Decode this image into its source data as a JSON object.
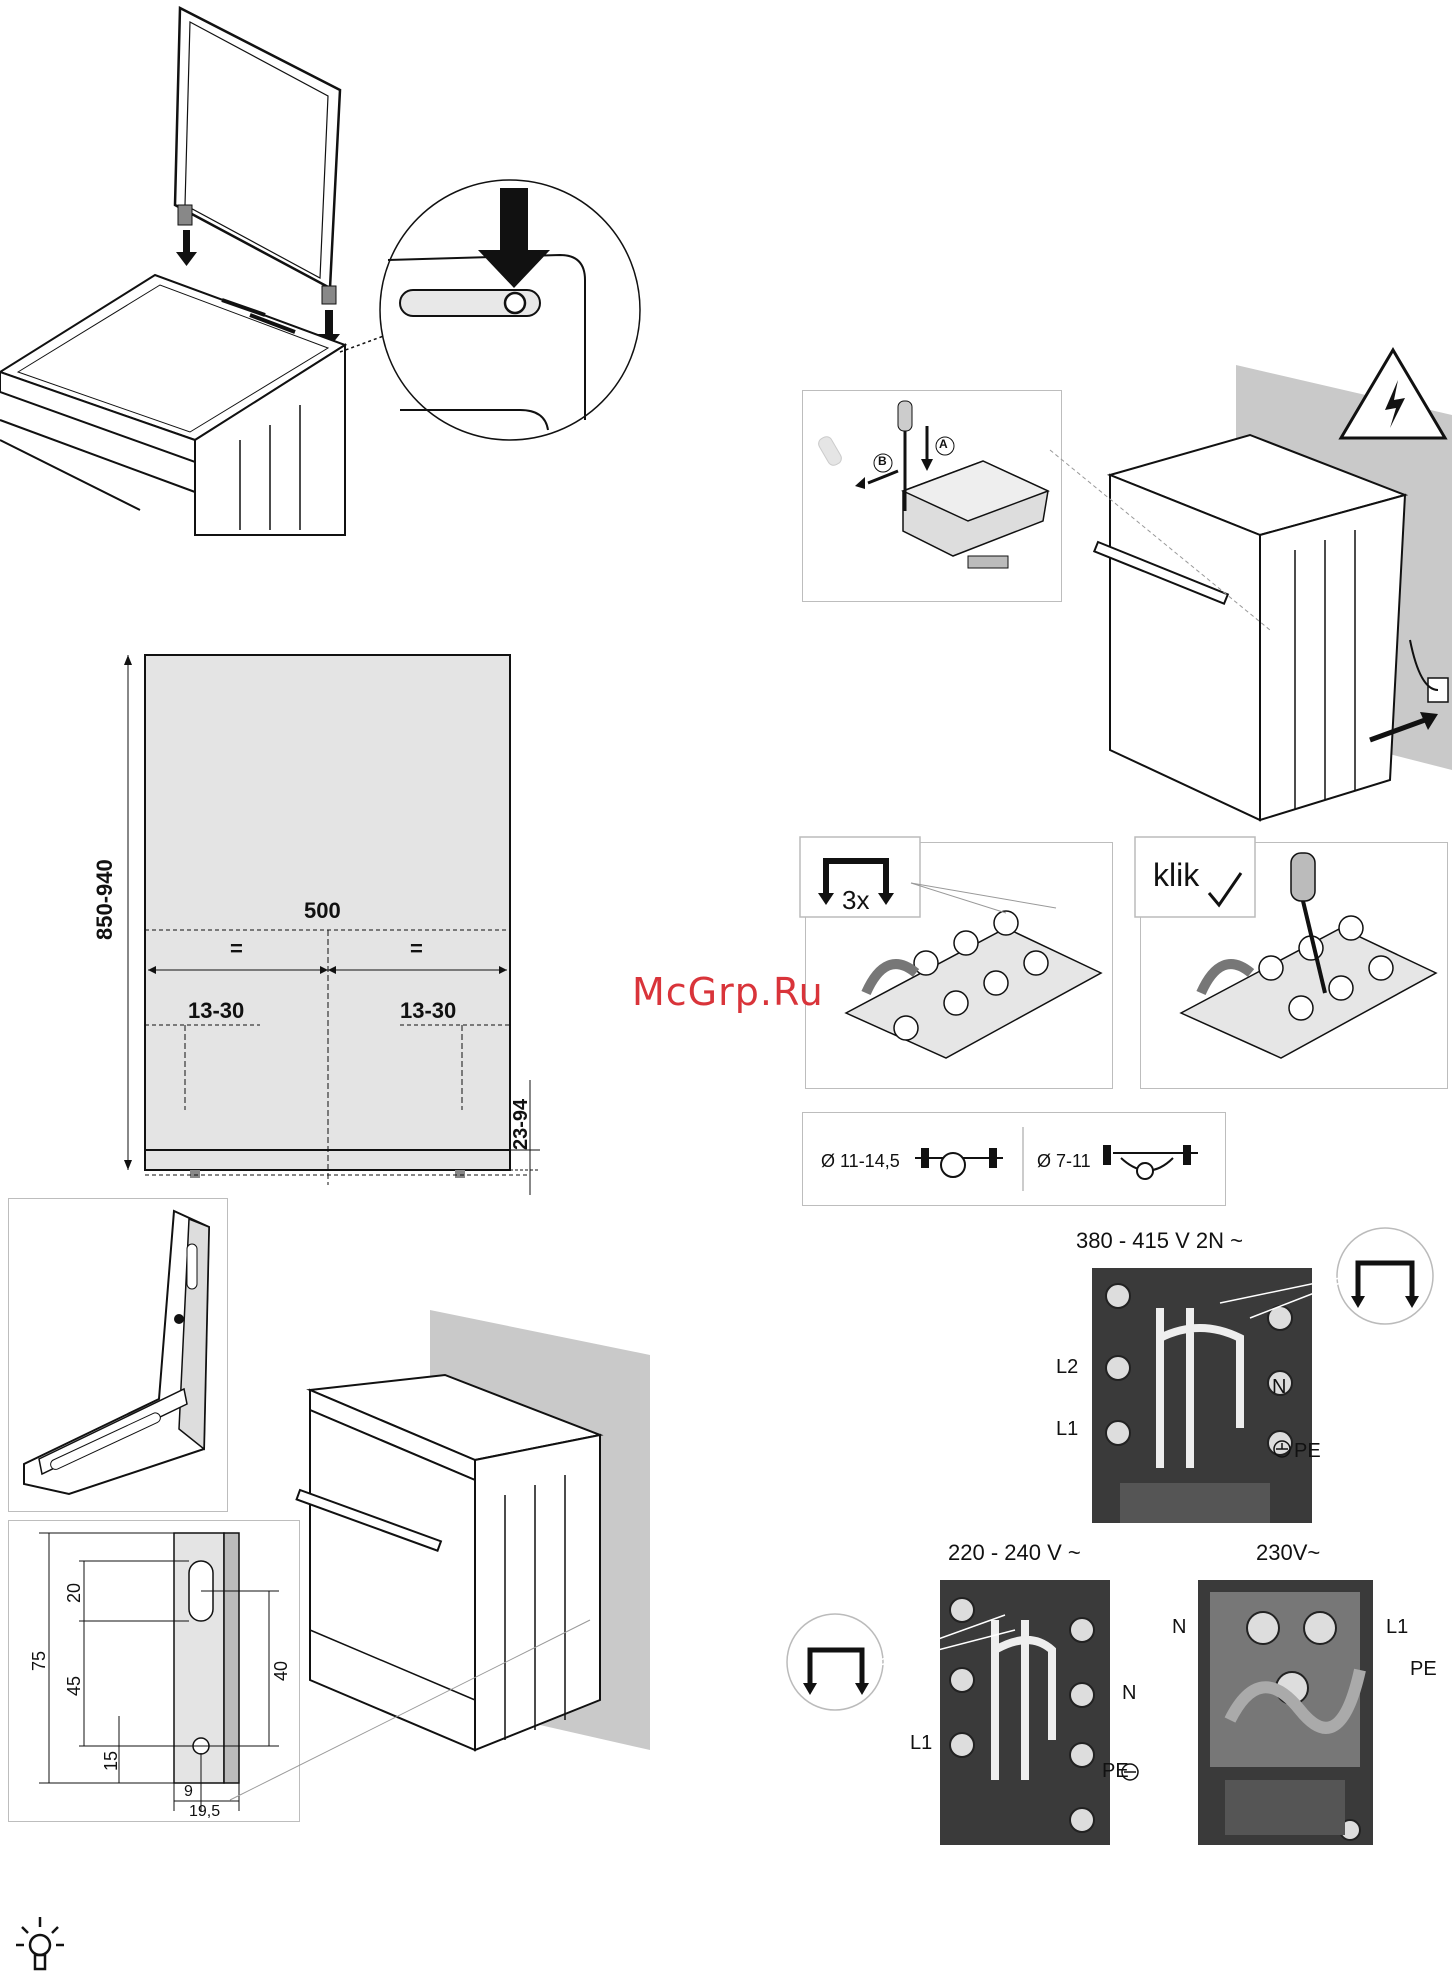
{
  "watermark": "McGrp.Ru",
  "cabinet_dims": {
    "height": "850-940",
    "width": "500",
    "equal_left": "=",
    "equal_right": "=",
    "offset_left": "13-30",
    "offset_right": "13-30",
    "foot_gap": "23-94"
  },
  "bracket_dims": {
    "d75": "75",
    "d20": "20",
    "d45": "45",
    "d15": "15",
    "d40": "40",
    "d9": "9",
    "d19_5": "19,5"
  },
  "screwdriver_labels": {
    "a": "A",
    "b": "B"
  },
  "bridges": {
    "count_label": "3x",
    "klik_label": "klik"
  },
  "cable_diameters": {
    "large": "Ø 11-14,5",
    "small": "Ø 7-11"
  },
  "wiring_3phase": {
    "voltage": "380 - 415 V 2N ~",
    "l2": "L2",
    "l1": "L1",
    "n": "N",
    "pe": "PE"
  },
  "wiring_1phase": {
    "voltage": "220 - 240 V ~",
    "l1": "L1",
    "n": "N",
    "pe": "PE"
  },
  "wiring_230": {
    "voltage": "230V~",
    "n": "N",
    "l1": "L1",
    "pe": "PE"
  },
  "colors": {
    "wall_gray": "#c9c9c9",
    "panel_gray": "#e4e4e4",
    "terminal_dark": "#3a3a3a",
    "watermark_red": "#d9343a"
  },
  "icons": [
    "down-arrow-icon",
    "magnify-circle-icon",
    "high-voltage-warning-icon",
    "bridge-clip-icon",
    "screwdriver-icon",
    "checkmark-icon",
    "ground-symbol-icon",
    "lightbulb-tip-icon"
  ]
}
